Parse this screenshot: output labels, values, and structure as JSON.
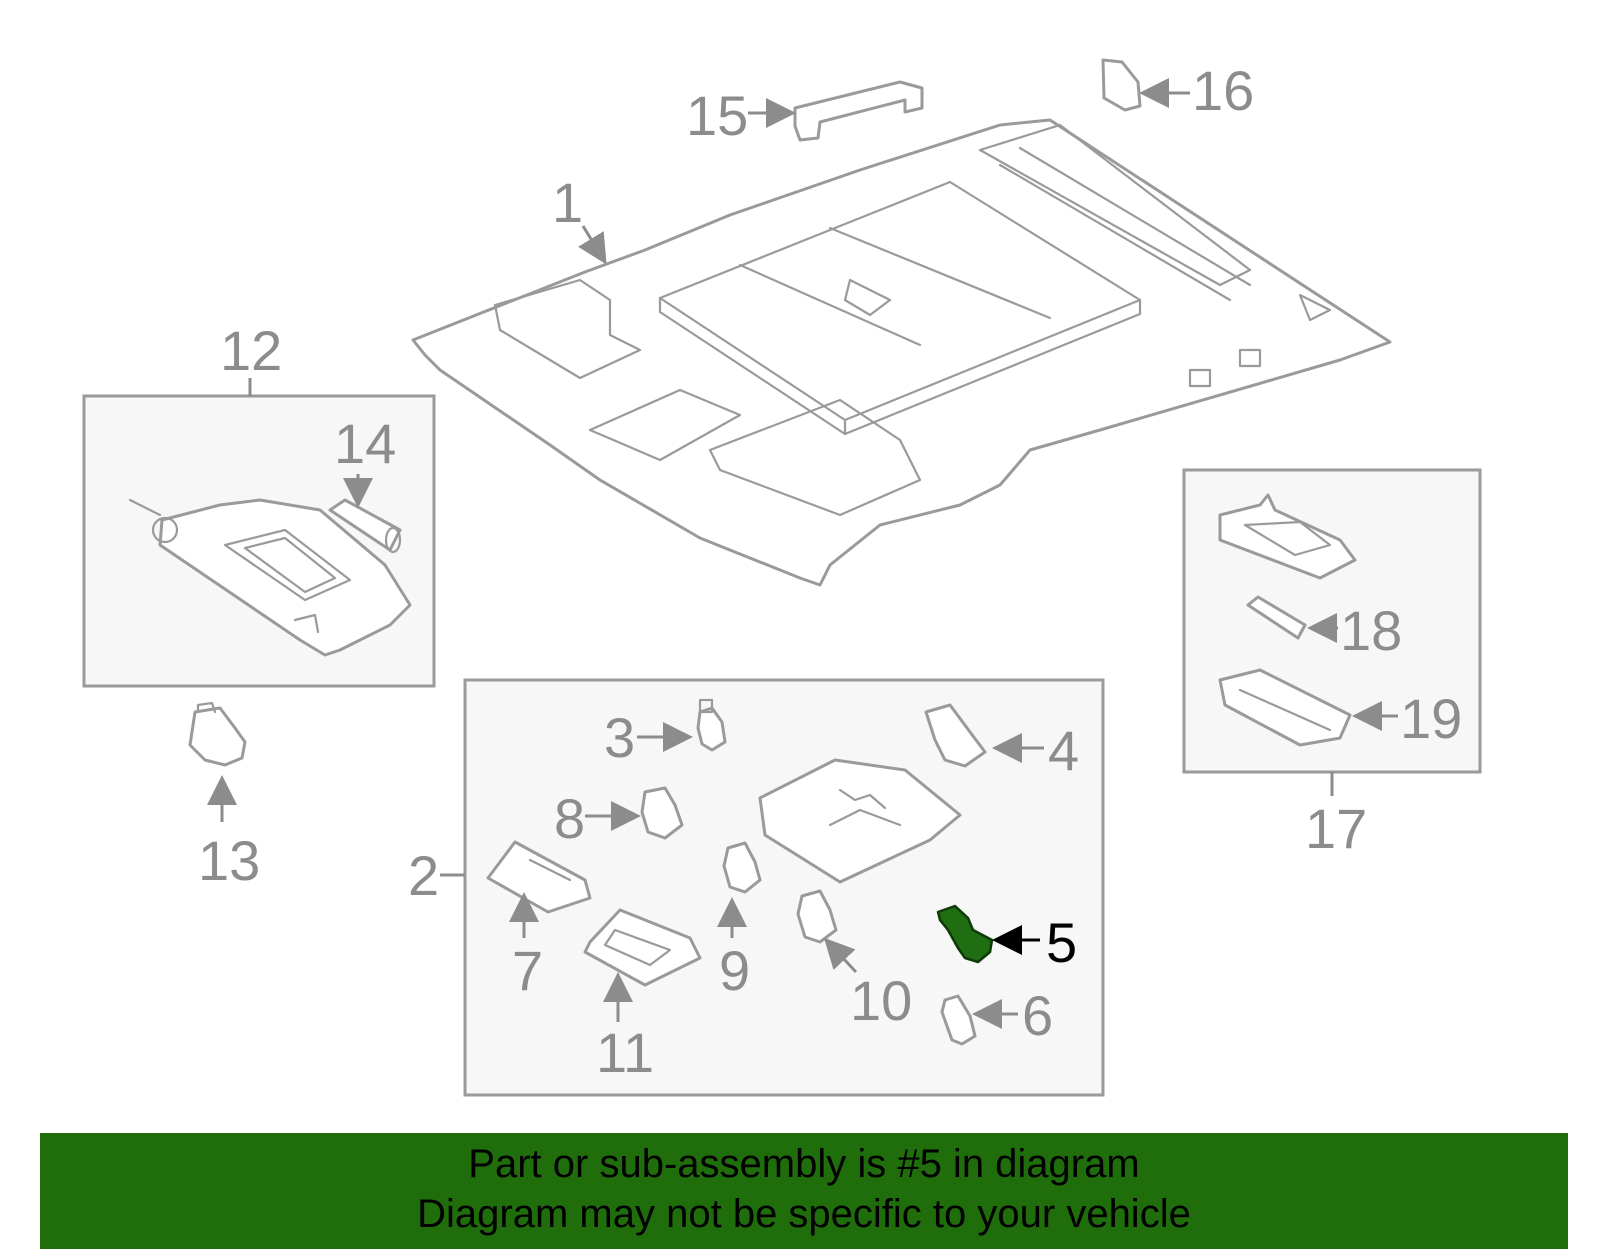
{
  "diagram": {
    "highlighted_part": "5",
    "callouts": {
      "c1": "1",
      "c2": "2",
      "c3": "3",
      "c4": "4",
      "c5": "5",
      "c6": "6",
      "c7": "7",
      "c8": "8",
      "c9": "9",
      "c10": "10",
      "c11": "11",
      "c12": "12",
      "c13": "13",
      "c14": "14",
      "c15": "15",
      "c16": "16",
      "c17": "17",
      "c18": "18",
      "c19": "19"
    },
    "colors": {
      "highlight": "#1f6e12",
      "banner": "#1f6e0b",
      "line": "#9a9a9a",
      "box": "#f7f7f7"
    }
  },
  "banner": {
    "line1": "Part or sub-assembly is #5 in diagram",
    "line2": "Diagram may not be specific to your vehicle"
  }
}
